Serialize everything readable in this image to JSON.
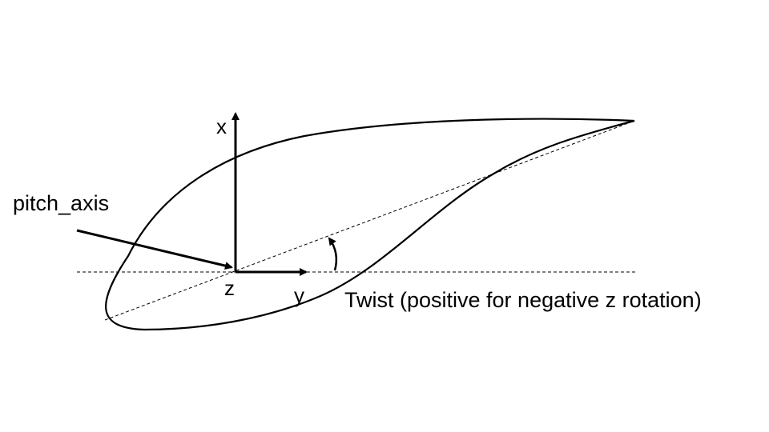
{
  "labels": {
    "x_axis": "x",
    "y_axis": "y",
    "z_axis": "z",
    "pitch_axis": "pitch_axis",
    "twist": "Twist (positive for negative z rotation)"
  },
  "colors": {
    "stroke": "#000000",
    "background": "#ffffff"
  }
}
